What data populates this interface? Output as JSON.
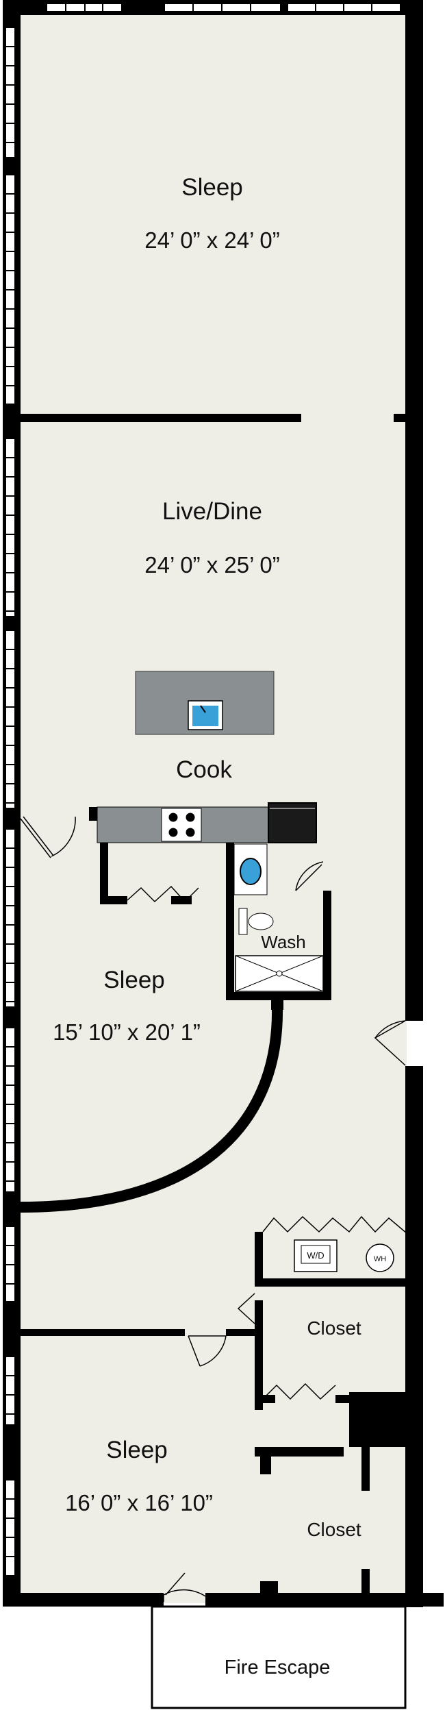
{
  "rooms": {
    "sleep_1": {
      "name": "Sleep",
      "dims": "24’ 0” x 24’ 0”"
    },
    "live_dine": {
      "name": "Live/Dine",
      "dims": "24’ 0” x 25’ 0”"
    },
    "cook": {
      "name": "Cook"
    },
    "wash": {
      "name": "Wash"
    },
    "sleep_2": {
      "name": "Sleep",
      "dims": "15’ 10” x 20’ 1”"
    },
    "closet_1": {
      "name": "Closet"
    },
    "sleep_3": {
      "name": "Sleep",
      "dims": "16’ 0” x 16’ 10”"
    },
    "closet_2": {
      "name": "Closet"
    },
    "fire_escape": {
      "name": "Fire Escape"
    }
  },
  "appliances": {
    "washer_dryer": "W/D",
    "water_heater": "WH"
  },
  "colors": {
    "floor": "#efeee6",
    "wall": "#000000",
    "counter": "#8a8f92",
    "sink_water": "#3aa0d8",
    "window": "#ffffff"
  }
}
